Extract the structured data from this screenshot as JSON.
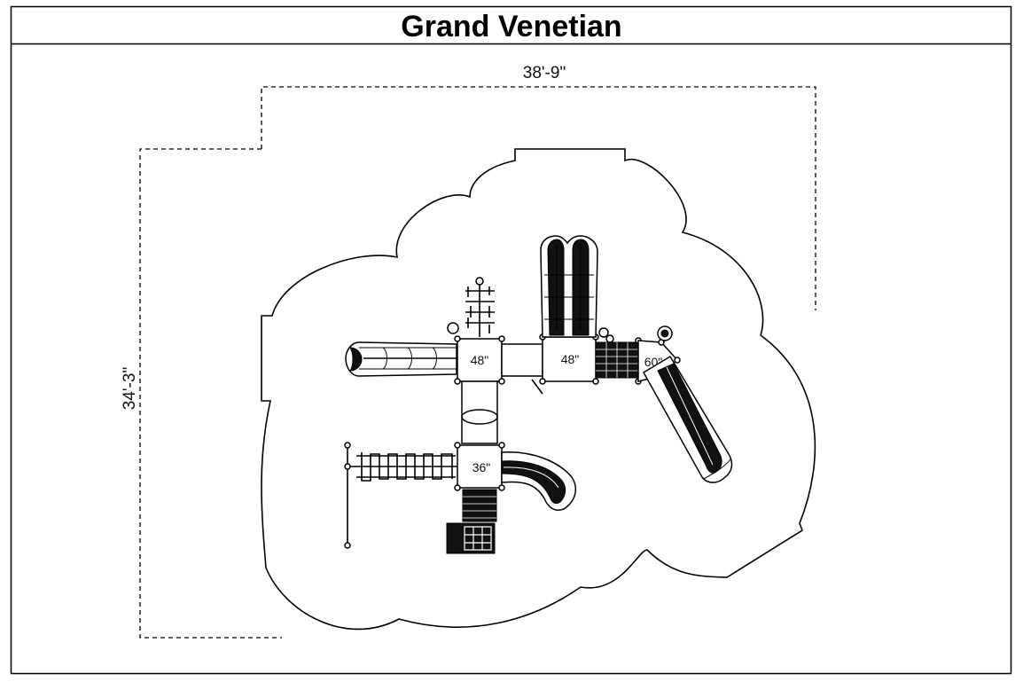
{
  "title": "Grand Venetian",
  "dimensions": {
    "width": "38'-9\"",
    "depth": "34'-3\""
  },
  "deck_heights": {
    "deck_left": "48\"",
    "deck_center": "48\"",
    "deck_right": "60\"",
    "deck_lower": "36\""
  }
}
